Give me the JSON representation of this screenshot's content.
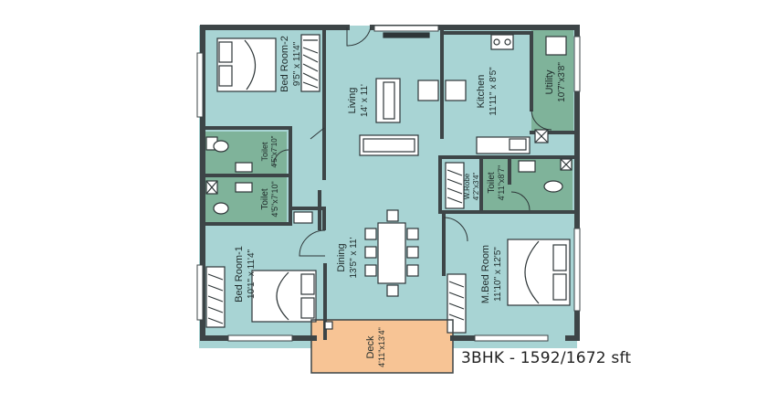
{
  "caption": "3BHK - 1592/1672 sft",
  "colors": {
    "floor": "#a8d4d4",
    "wet_area": "#7fb39a",
    "deck": "#f7c495",
    "wall": "#3d4547",
    "furniture_fill": "#ffffff",
    "line": "#2e3638"
  },
  "rooms": {
    "bedroom2": {
      "name": "Bed Room-2",
      "size": "9'5\" x 11'4\""
    },
    "living": {
      "name": "Living",
      "size": "14' x 11'"
    },
    "kitchen": {
      "name": "Kitchen",
      "size": "11'11\" x 8'5\""
    },
    "utility": {
      "name": "Utility",
      "size": "10'7\"x3'8\""
    },
    "toilet_a": {
      "name": "Toilet",
      "size": "4'5\"x7'10\""
    },
    "toilet_b": {
      "name": "Toilet",
      "size": "4'5\"x7'10\""
    },
    "toilet_c": {
      "name": "Toilet",
      "size": "4'11\"x8'7\""
    },
    "wrobe": {
      "name": "W.Robe",
      "size": "4'2\"x3'4\""
    },
    "dining": {
      "name": "Dining",
      "size": "13'5\" x 11'"
    },
    "bedroom1": {
      "name": "Bed Room-1",
      "size": "10'1\" x 11'4\""
    },
    "mbedroom": {
      "name": "M.Bed Room",
      "size": "11'10\" x 12'5\""
    },
    "deck": {
      "name": "Deck",
      "size": "4'11\"x13'4\""
    }
  }
}
